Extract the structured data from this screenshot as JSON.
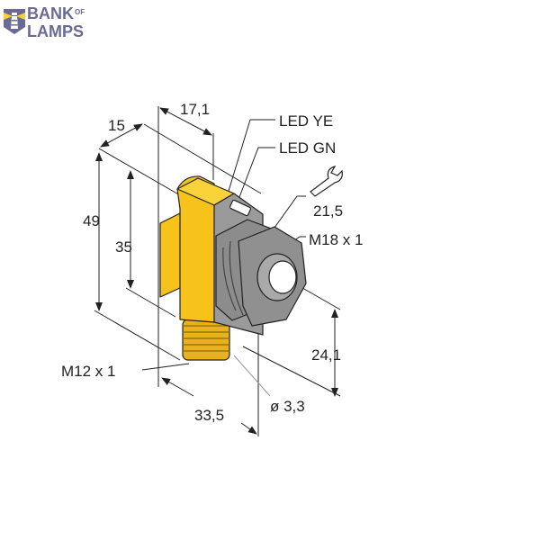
{
  "logo": {
    "line1": "BANK",
    "of": "OF",
    "line2": "LAMPS",
    "icon": "lighthouse-icon",
    "colors": {
      "shield": "#6a6a94",
      "beam": "#f5d23c",
      "text": "#6a6a94"
    }
  },
  "diagram": {
    "subject": "Photoelectric sensor with M18 x 1 threaded nose and M12 x 1 connector",
    "colors": {
      "housing": "#f7c31a",
      "body": "#9a9a9a",
      "lens": "#ffffff",
      "connector": "#e9b21c",
      "lines": "#222222"
    },
    "dimensions": {
      "width_top": "15",
      "depth_top": "17,1",
      "height_total": "49",
      "height_body": "35",
      "wrench_size": "21,5",
      "nose_thread": "M18 x 1",
      "connector_thread": "M12 x 1",
      "lens_height": "24,1",
      "length": "33,5",
      "hole_diameter": "ø 3,3"
    },
    "callouts": {
      "led_ye": "LED YE",
      "led_gn": "LED GN"
    },
    "icons": {
      "wrench": "wrench-icon"
    }
  }
}
